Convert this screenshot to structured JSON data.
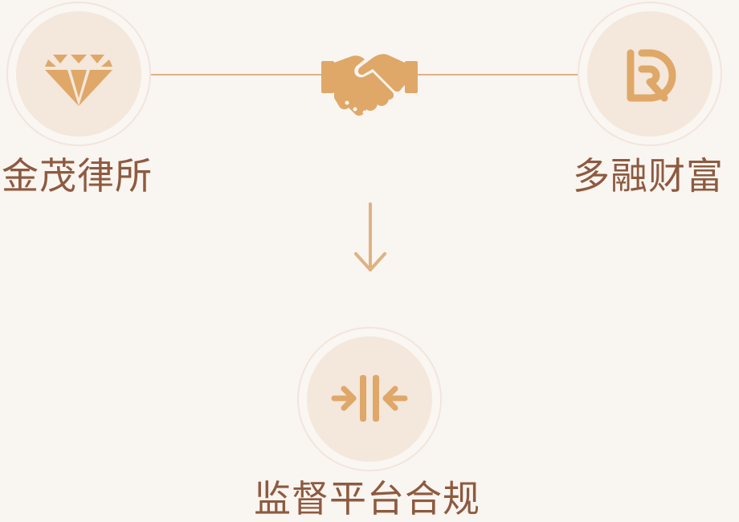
{
  "colors": {
    "background": "#f9f5f1",
    "ring": "#f1e5dc",
    "disc": "#f4e7dc",
    "icon": "#dfa868",
    "line": "#ddb384",
    "text": "#8e5a3f"
  },
  "nodes": {
    "left": {
      "label": "金茂律所",
      "icon": "diamond-icon"
    },
    "right": {
      "label": "多融财富",
      "icon": "dr-logo-icon"
    },
    "center_top": {
      "icon": "handshake-icon"
    },
    "bottom": {
      "label": "监督平台合规",
      "icon": "compress-arrows-icon"
    }
  },
  "edges": [
    {
      "from": "金茂律所",
      "to": "handshake"
    },
    {
      "from": "handshake",
      "to": "多融财富"
    },
    {
      "from": "handshake",
      "to": "监督平台合规",
      "style": "arrow-down"
    }
  ]
}
